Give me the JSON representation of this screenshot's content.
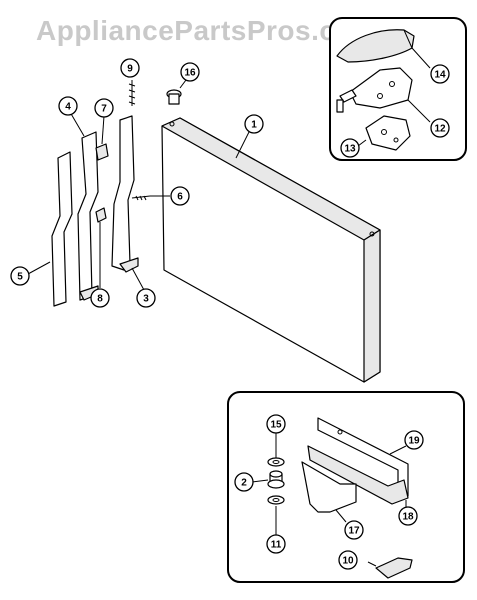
{
  "watermark": "AppliancePartsPros.com",
  "callouts": [
    {
      "id": "c1",
      "label": "1"
    },
    {
      "id": "c2",
      "label": "2"
    },
    {
      "id": "c3",
      "label": "3"
    },
    {
      "id": "c4",
      "label": "4"
    },
    {
      "id": "c5",
      "label": "5"
    },
    {
      "id": "c6",
      "label": "6"
    },
    {
      "id": "c7",
      "label": "7"
    },
    {
      "id": "c8",
      "label": "8"
    },
    {
      "id": "c9",
      "label": "9"
    },
    {
      "id": "c10",
      "label": "10"
    },
    {
      "id": "c11",
      "label": "11"
    },
    {
      "id": "c12",
      "label": "12"
    },
    {
      "id": "c13",
      "label": "13"
    },
    {
      "id": "c14",
      "label": "14"
    },
    {
      "id": "c15",
      "label": "15"
    },
    {
      "id": "c16",
      "label": "16"
    },
    {
      "id": "c17",
      "label": "17"
    },
    {
      "id": "c18",
      "label": "18"
    },
    {
      "id": "c19",
      "label": "19"
    }
  ]
}
